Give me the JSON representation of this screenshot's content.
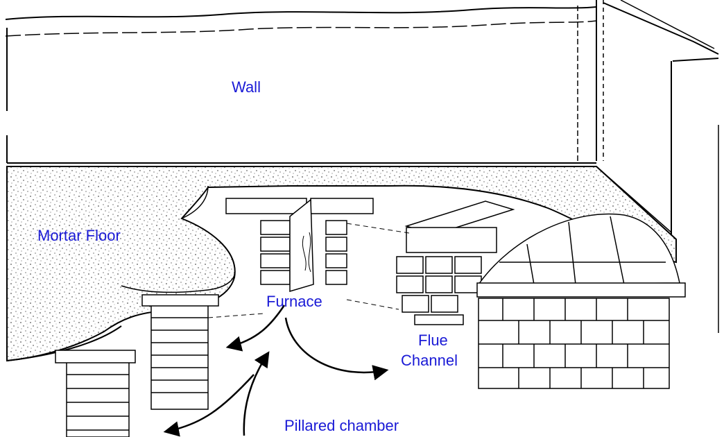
{
  "labels": {
    "wall": "Wall",
    "mortar_floor": "Mortar Floor",
    "furnace": "Furnace",
    "flue_channel_line1": "Flue",
    "flue_channel_line2": "Channel",
    "pillared_chamber": "Pillared chamber"
  },
  "colors": {
    "label_text": "#1a1ad6",
    "line": "#000000",
    "background": "#ffffff"
  }
}
